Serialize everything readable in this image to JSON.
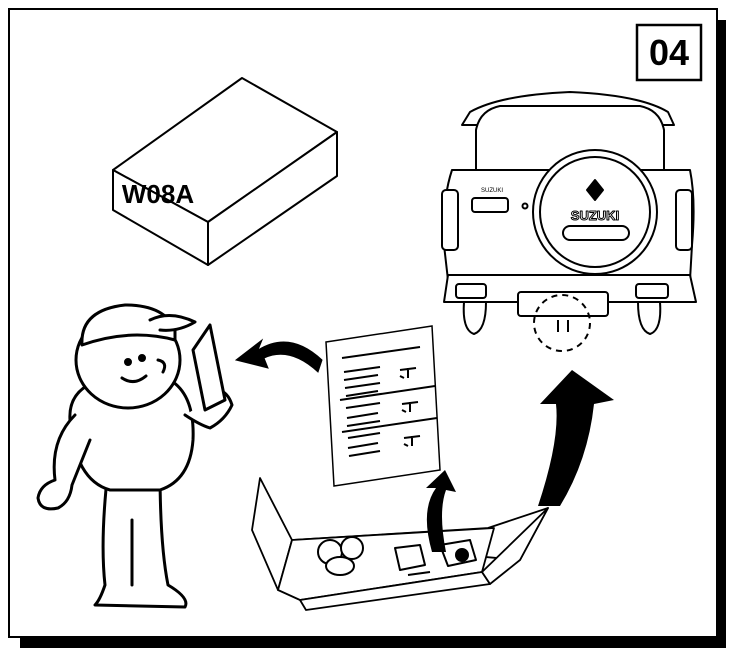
{
  "step_number": "04",
  "box_label": "W08A",
  "car_brand": "SUZUKI",
  "car_badge_small": "SUZUKI",
  "colors": {
    "line": "#000000",
    "paper": "#ffffff",
    "shadow": "#000000"
  },
  "icons": [
    "worker-figure",
    "instruction-sheet",
    "open-kit-box",
    "car-rear-view",
    "curved-arrow"
  ]
}
